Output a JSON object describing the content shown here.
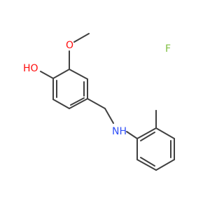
{
  "molecule": {
    "atoms": {
      "hydroxyl": "HO",
      "methoxy_oxygen": "O",
      "amine": "NH",
      "fluorine": "F"
    },
    "colors": {
      "bond": "#404040",
      "oxygen": "#ff0d0d",
      "nitrogen": "#3050f8",
      "fluorine": "#7fbf40"
    }
  }
}
